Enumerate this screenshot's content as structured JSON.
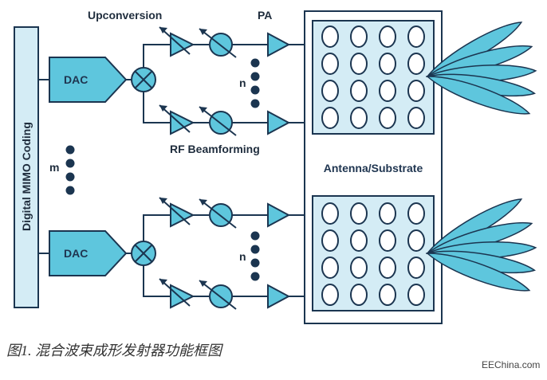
{
  "labels": {
    "upconversion": "Upconversion",
    "pa": "PA",
    "rf_beamforming": "RF Beamforming",
    "antenna_substrate": "Antenna/Substrate",
    "digital_mimo": "Digital MIMO Coding",
    "dac_top": "DAC",
    "dac_bottom": "DAC",
    "m_label": "m",
    "n_top": "n",
    "n_bottom": "n"
  },
  "caption": "图1. 混合波束成形发射器功能框图",
  "watermark": "EEChina.com",
  "colors": {
    "fill": "#5ec6dd",
    "panel": "#d4ecf5",
    "stroke": "#1b3550",
    "dots": "#1b3550"
  }
}
